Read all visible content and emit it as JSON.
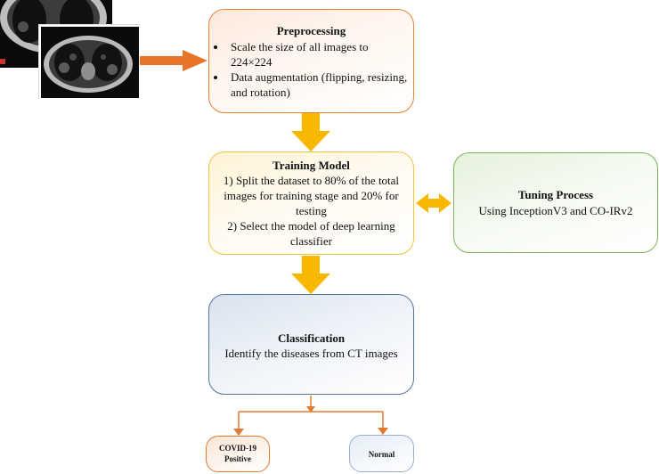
{
  "preprocessing": {
    "title": "Preprocessing",
    "bullets": [
      "Scale the size of all images to 224×224",
      "Data augmentation (flipping, resizing, and rotation)"
    ]
  },
  "training": {
    "title": "Training Model",
    "lines": [
      "1) Split the dataset to 80% of the total images for training stage and 20% for testing",
      "2) Select the model of deep learning classifier"
    ]
  },
  "tuning": {
    "title": "Tuning Process",
    "text": "Using InceptionV3 and CO-IRv2"
  },
  "classification": {
    "title": "Classification",
    "text": "Identify the diseases from CT images"
  },
  "outputs": {
    "covid": {
      "line1": "COVID-19",
      "line2": "Positive"
    },
    "normal": "Normal"
  },
  "colors": {
    "orange_arrow": "#e8742a",
    "yellow_arrow": "#f9b800",
    "preprocessing_border": "#e8823a",
    "training_border": "#f5c242",
    "tuning_border": "#7cb25a",
    "classification_border": "#5474a0",
    "connector": "#e07a30"
  },
  "icons": {
    "ct_scan_images": "ct-scan-image",
    "input_arrow": "right-arrow-icon",
    "flow_arrows": "down-arrow-icon",
    "bidirectional": "left-right-arrow-icon"
  }
}
